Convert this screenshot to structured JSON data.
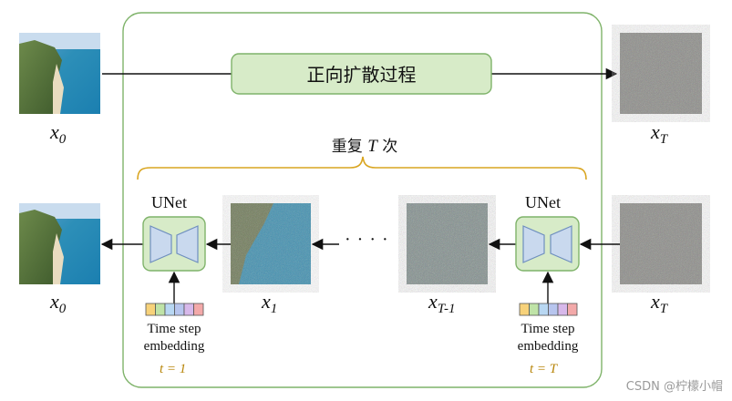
{
  "labels": {
    "x0_top": "x",
    "x0_top_sub": "0",
    "xT_top": "x",
    "xT_top_sub": "T",
    "x0_bottom": "x",
    "x0_bottom_sub": "0",
    "x1": "x",
    "x1_sub": "1",
    "xT1": "x",
    "xT1_sub": "T-1",
    "xT_bottom": "x",
    "xT_bottom_sub": "T"
  },
  "forward_process": "正向扩散过程",
  "repeat": {
    "prefix": "重复",
    "var": "T",
    "suffix": "次"
  },
  "unet_left": {
    "title": "UNet",
    "embed_line1": "Time step",
    "embed_line2": "embedding",
    "t_value": "t = 1"
  },
  "unet_right": {
    "title": "UNet",
    "embed_line1": "Time step",
    "embed_line2": "embedding",
    "t_value": "t = T"
  },
  "ellipsis": "· · · ·",
  "watermark": "CSDN @柠檬小帽",
  "colors": {
    "panel_border": "#7fb36a",
    "box_fill": "#d7ebc8",
    "box_border": "#7fb36a",
    "brace": "#d9a520",
    "unet_shape_fill": "#c9d9ee",
    "unet_shape_stroke": "#6f8fbf",
    "embed_cells": [
      "#f7d27a",
      "#bfe3a7",
      "#b8d7f2",
      "#b7c5ee",
      "#d7b8ea",
      "#f3a9a9"
    ]
  }
}
